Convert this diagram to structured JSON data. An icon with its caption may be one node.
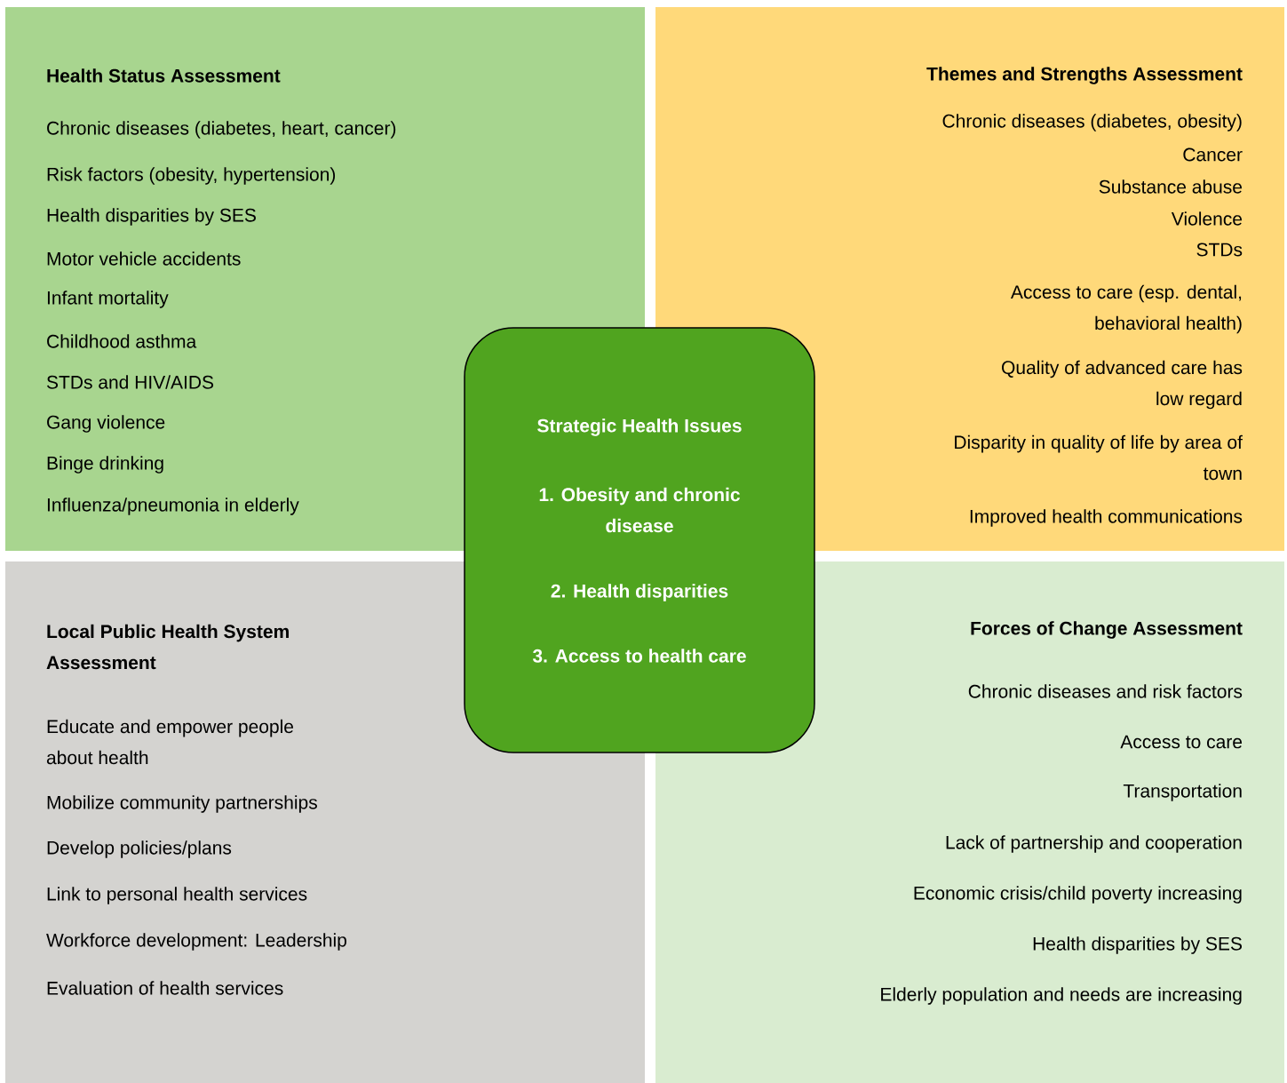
{
  "diagram": {
    "nodes": [
      {
        "text": [
          "Health Status Assessment",
          "Chronic diseases (diabetes, heart, cancer)",
          "Risk factors (obesity, hypertension)",
          "Health disparities by SES",
          "Motor vehicle accidents",
          "Infant mortality",
          "Childhood asthma",
          "STDs and HIV/AIDS",
          "Gang violence",
          "Binge drinking",
          "Influenza/pneumonia in elderly"
        ]
      },
      {
        "text": [
          "Themes and Strengths Assessment",
          "Chronic diseases (diabetes, obesity)",
          "Cancer",
          "Substance abuse",
          "Violence",
          "STDs",
          "Access to care (esp. dental, behavioral health)",
          "Quality of advanced care has low regard",
          "Disparity in quality of life by area of town",
          "Improved health communications"
        ]
      },
      {
        "text": [
          "Local Public Health System Assessment",
          "Educate and empower people about health",
          "Mobilize community partnerships",
          "Develop policies/plans",
          "Link to personal health services",
          "Workforce development: Leadership",
          "Evaluation of health services"
        ]
      },
      {
        "text": [
          "Forces of Change Assessment",
          "Chronic diseases and risk factors",
          "Access to care",
          "Transportation",
          "Lack of partnership and cooperation",
          "Economic crisis/child poverty increasing",
          "Health disparities by SES",
          "Elderly population and needs are increasing"
        ]
      },
      {
        "text": [
          "Strategic Health Issues",
          "1. Obesity and chronic disease",
          "2. Health disparities",
          "3. Access to health care"
        ]
      }
    ]
  }
}
